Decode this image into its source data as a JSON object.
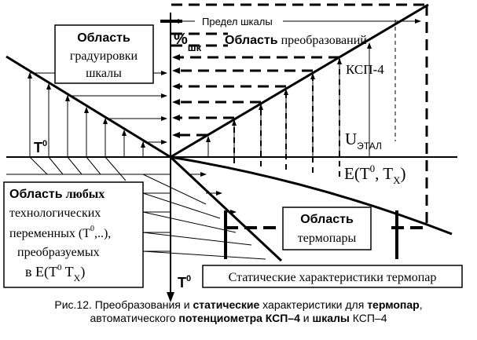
{
  "diagram": {
    "scale_limit": "Предел шкалы",
    "percent_sign": "%",
    "percent_sub": "шк",
    "grad_box": {
      "line1": "Область",
      "line2": "градуировки",
      "line3": "шкалы"
    },
    "transform_region": {
      "bold": "Область",
      "normal": " преобразований"
    },
    "ksp4": "КСП-4",
    "u_etal": "U",
    "u_etal_sub": "ЭТАЛ",
    "t0": "T",
    "t0_sup": "0",
    "e_label": {
      "e": "E(T",
      "sup": "0",
      "comma": ", T",
      "sub": "X",
      "close": ")"
    },
    "any_box": {
      "line1_bold": "Область",
      "line1_normal": " любых",
      "line2": "технологических",
      "line3_pre": "переменных (T",
      "line3_sup": "0",
      "line3_post": ",..),",
      "line4": "преобразуемых",
      "line5_pre": "в E(T",
      "line5_sup": "0",
      "line5_mid": " T",
      "line5_sub": "X",
      "line5_post": ")"
    },
    "thermo_box": {
      "line1": "Область",
      "line2": "термопары"
    },
    "static_box": "Статические характеристики термопар"
  },
  "caption": {
    "p1": "Рис.12.  Преобразования и ",
    "b1": "статические",
    "p2": " характеристики для ",
    "b2": "термопар",
    "p3": ",",
    "p4": "автоматического ",
    "b3": "потенциометра КСП–4",
    "p5": " и ",
    "b4": "шкалы",
    "p6": " КСП–4"
  }
}
